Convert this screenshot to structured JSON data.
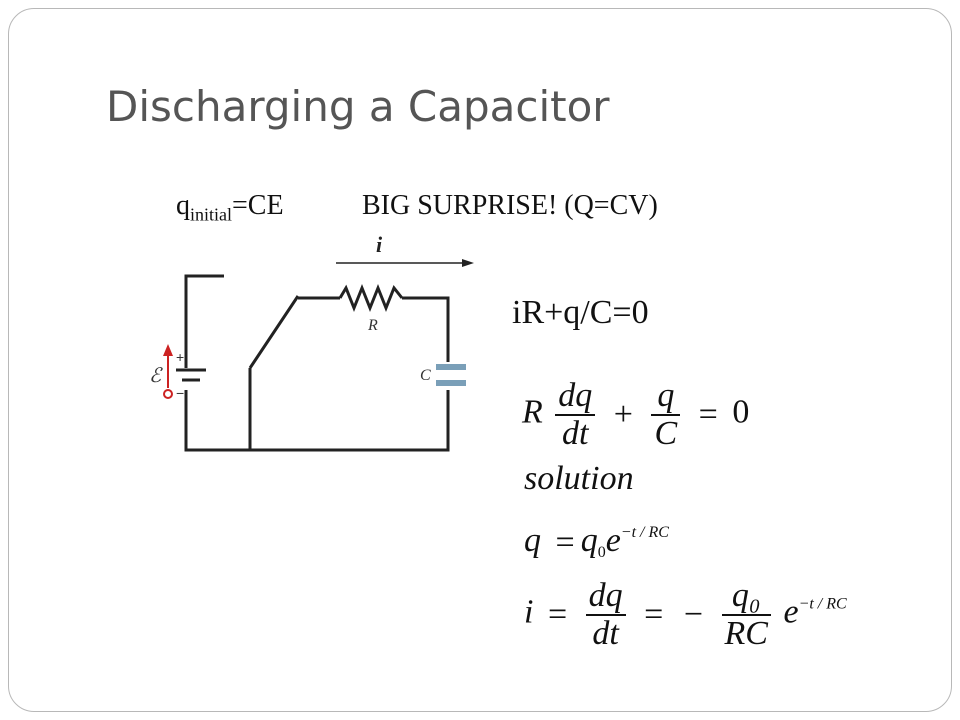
{
  "slide": {
    "title": "Discharging a Capacitor",
    "charge_symbol": "q",
    "charge_subscript": "initial",
    "charge_value": "=CE",
    "surprise_text": "BIG SURPRISE!  (Q=CV)",
    "loop_equation": "iR+q/C=0"
  },
  "circuit": {
    "current_label": "i",
    "resistor_label": "R",
    "capacitor_label": "C",
    "emf_label": "ℰ",
    "plus_sign": "+",
    "minus_sign": "−",
    "wire_color": "#222222",
    "capacitor_color": "#7a9fb8",
    "emf_color": "#cc2222"
  },
  "equations": {
    "eq1": {
      "R": "R",
      "num1": "dq",
      "den1": "dt",
      "plus": "+",
      "num2": "q",
      "den2": "C",
      "equals": "=",
      "rhs": "0"
    },
    "solution_word": "solution",
    "eq2": {
      "lhs": "q",
      "equals": "=",
      "q": "q",
      "sub": "0",
      "e": "e",
      "exp": "−t / RC"
    },
    "eq3": {
      "lhs": "i",
      "eq_a": "=",
      "num1": "dq",
      "den1": "dt",
      "eq_b": "=",
      "minus": "−",
      "num2": "q₀",
      "den2": "RC",
      "e": "e",
      "exp": "−t / RC"
    }
  }
}
